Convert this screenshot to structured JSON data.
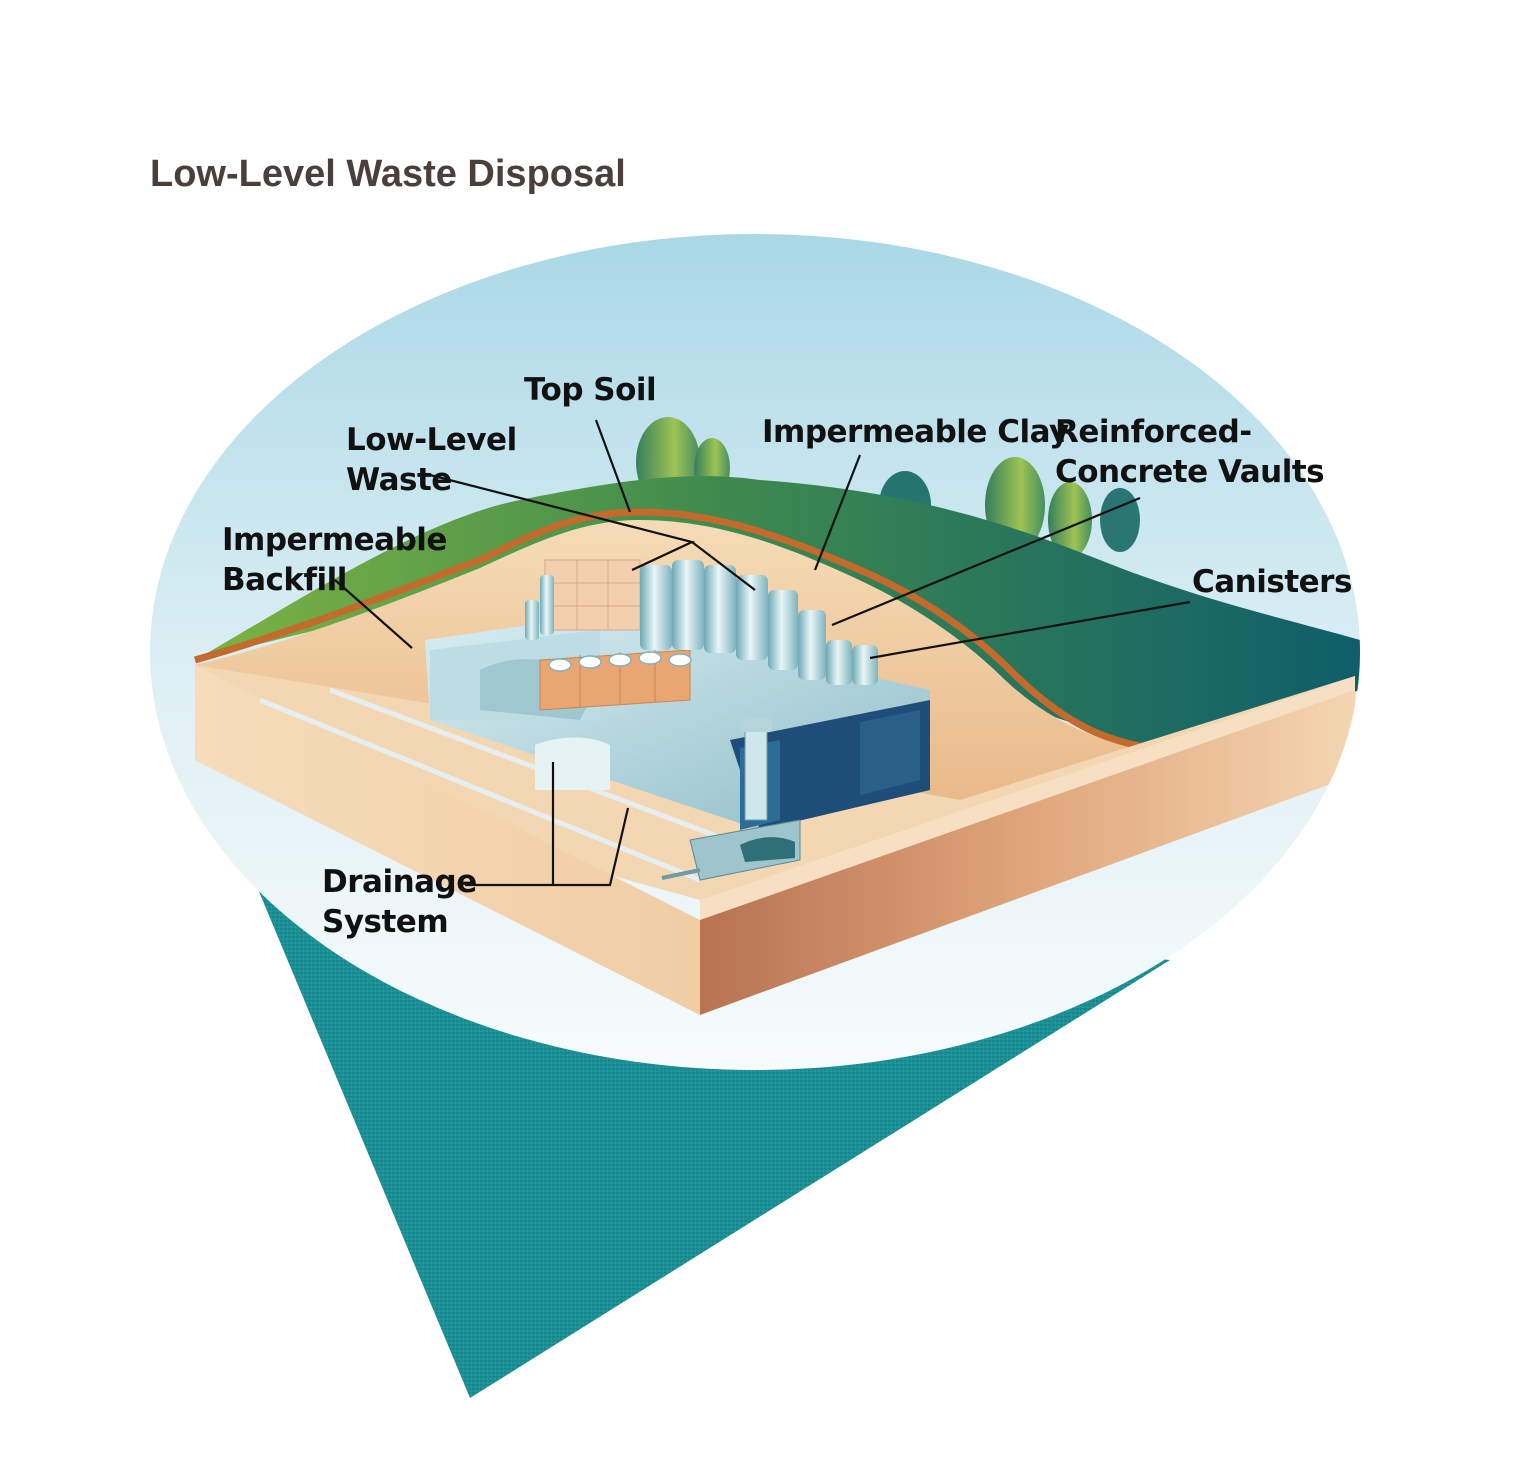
{
  "title": "Low-Level Waste Disposal",
  "labels": {
    "top_soil": "Top Soil",
    "low_level_waste": [
      "Low-Level",
      "Waste"
    ],
    "impermeable_clay": "Impermeable Clay",
    "reinforced_vaults": [
      "Reinforced-",
      "Concrete Vaults"
    ],
    "impermeable_backfill": [
      "Impermeable",
      "Backfill"
    ],
    "canisters": "Canisters",
    "drainage_system": [
      "Drainage",
      "System"
    ]
  },
  "colors": {
    "sky_top": "#b9dfea",
    "sky_bottom": "#f4f9fb",
    "pin_teal": "#1a8a8f",
    "grass": "#5d9d3c",
    "hill_teal": "#1d6f78",
    "topsoil_line": "#c46a2c",
    "sand": "#f0cfa0",
    "vault": "#c7e1e6",
    "vault_dark": "#1f4d7a",
    "canister": "#a9d0d6",
    "box": "#f3c8a4",
    "leader": "#111111"
  }
}
